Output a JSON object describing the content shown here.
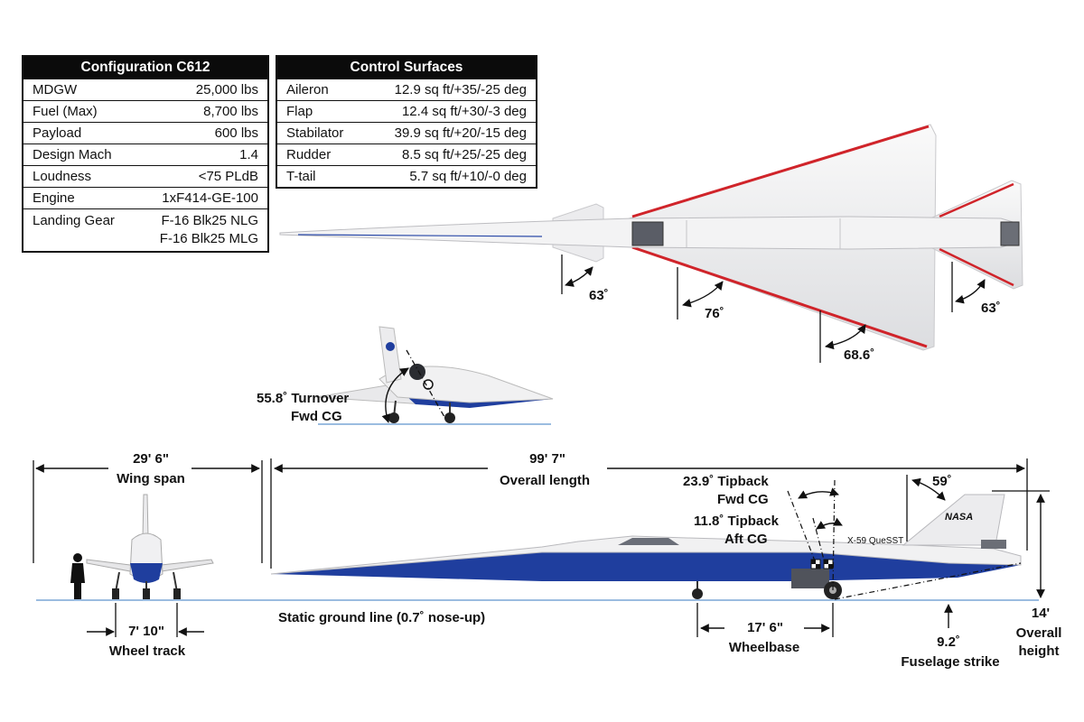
{
  "configuration_table": {
    "title": "Configuration C612",
    "rows": [
      {
        "label": "MDGW",
        "value": "25,000 lbs"
      },
      {
        "label": "Fuel (Max)",
        "value": "8,700 lbs"
      },
      {
        "label": "Payload",
        "value": "600 lbs"
      },
      {
        "label": "Design Mach",
        "value": "1.4"
      },
      {
        "label": "Loudness",
        "value": "<75 PLdB"
      },
      {
        "label": "Engine",
        "value": "1xF414-GE-100"
      }
    ],
    "landing_gear": {
      "label": "Landing Gear",
      "value_line1": "F-16 Blk25 NLG",
      "value_line2": "F-16 Blk25 MLG"
    }
  },
  "control_surfaces_table": {
    "title": "Control Surfaces",
    "rows": [
      {
        "label": "Aileron",
        "value": "12.9 sq ft/+35/-25 deg"
      },
      {
        "label": "Flap",
        "value": "12.4 sq ft/+30/-3 deg"
      },
      {
        "label": "Stabilator",
        "value": "39.9 sq ft/+20/-15 deg"
      },
      {
        "label": "Rudder",
        "value": "8.5 sq ft/+25/-25 deg"
      },
      {
        "label": "T-tail",
        "value": "5.7 sq ft/+10/-0 deg"
      }
    ]
  },
  "top_view": {
    "sweep_angle_1": "63˚",
    "sweep_angle_2": "76˚",
    "sweep_angle_3": "68.6˚",
    "sweep_angle_4": "63˚"
  },
  "turnover_view": {
    "label_line1": "55.8˚ Turnover",
    "label_line2": "Fwd CG"
  },
  "front_view": {
    "wing_span_value": "29' 6\"",
    "wing_span_label": "Wing span",
    "wheel_track_value": "7' 10\"",
    "wheel_track_label": "Wheel track"
  },
  "side_view": {
    "overall_length_value": "99' 7\"",
    "overall_length_label": "Overall length",
    "ground_line_label": "Static ground line (0.7˚ nose-up)",
    "tipback_fwd_line1": "23.9˚ Tipback",
    "tipback_fwd_line2": "Fwd CG",
    "tipback_aft_line1": "11.8˚ Tipback",
    "tipback_aft_line2": "Aft CG",
    "tail_sweep": "59˚",
    "nasa_logo_text": "NASA",
    "fuselage_marking": "X-59 QueSST",
    "wheelbase_value": "17' 6\"",
    "wheelbase_label": "Wheelbase",
    "fuselage_strike_value": "9.2˚",
    "fuselage_strike_label": "Fuselage strike",
    "overall_height_value": "14'",
    "overall_height_line1": "Overall",
    "overall_height_line2": "height"
  },
  "colors": {
    "fuselage_white": "#f1f1f2",
    "belly_blue": "#1f3e9e",
    "accent_red": "#d0242a",
    "ground_line": "#7aa6d6",
    "ink": "#111111"
  }
}
